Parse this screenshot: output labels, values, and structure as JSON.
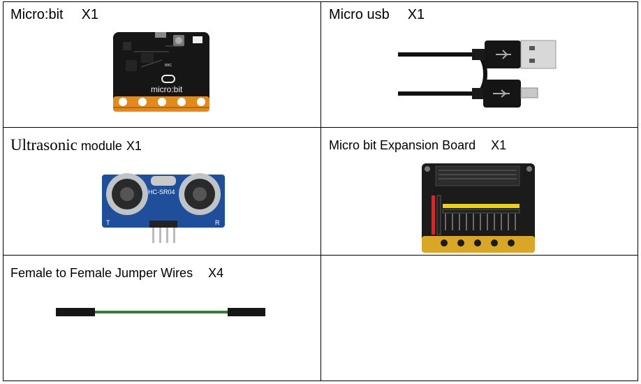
{
  "items": [
    {
      "name": "Micro:bit",
      "qty": "X1"
    },
    {
      "name": "Micro usb",
      "qty": "X1"
    },
    {
      "name_serif": "Ultrasonic",
      "name_rest": " module",
      "qty": "X1"
    },
    {
      "name": "Micro bit Expansion Board",
      "qty": "X1"
    },
    {
      "name": "Female to Female Jumper Wires",
      "qty": "X4"
    }
  ],
  "images": {
    "microbit_board_text": "micro:bit",
    "microbit_logo": "BBC",
    "ultrasonic_text": "HC-SR04",
    "ultrasonic_t": "T",
    "ultrasonic_r": "R"
  }
}
